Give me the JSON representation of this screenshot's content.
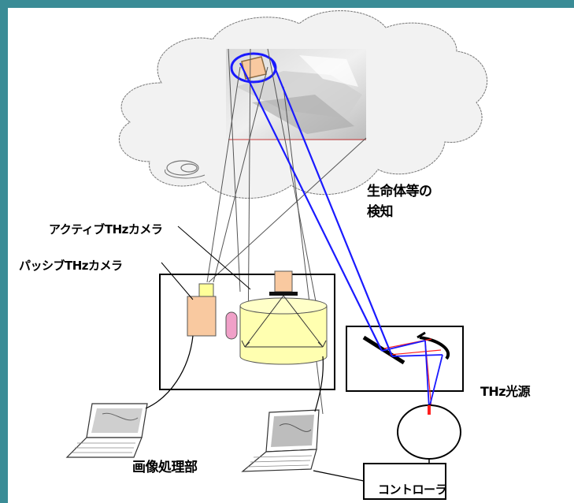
{
  "labels": {
    "detection": "生命体等の\n検知",
    "active_camera": "アクティブTHzカメラ",
    "passive_camera": "パッシブTHzカメラ",
    "thz_source": "THz光源",
    "image_processing": "画像処理部",
    "controller": "コントローラ"
  },
  "colors": {
    "frame": "#3a8c96",
    "beam_blue": "#1a1aff",
    "beam_red": "#ff2020",
    "camera_body": "#f9c9a0",
    "camera_top": "#ffff99",
    "cylinder_fill": "#ffffb0",
    "lens_pink": "#f0a0c8"
  }
}
